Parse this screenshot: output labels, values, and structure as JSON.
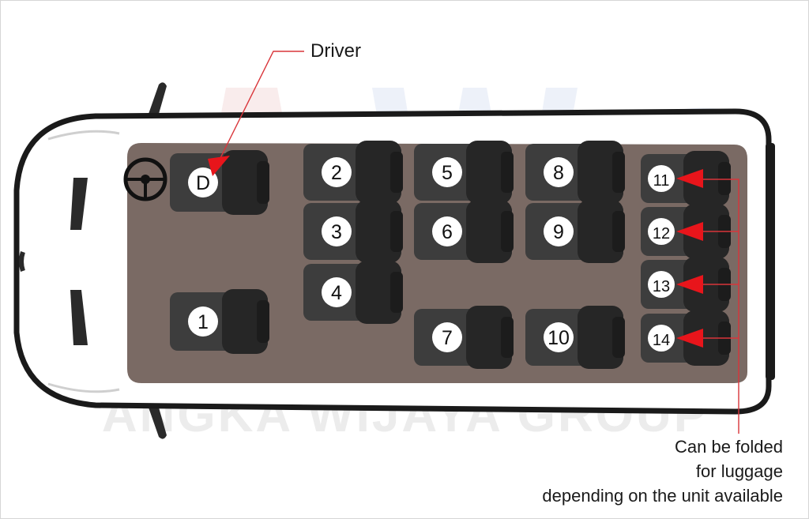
{
  "labels": {
    "driver": "Driver",
    "note_line1": "Can be folded",
    "note_line2": "for luggage",
    "note_line3": "depending on the unit available"
  },
  "watermark": {
    "text": "ANGKA WIJAYA GROUP"
  },
  "seats": [
    {
      "id": "D",
      "type": "driver"
    },
    {
      "id": "1"
    },
    {
      "id": "2"
    },
    {
      "id": "3"
    },
    {
      "id": "4"
    },
    {
      "id": "5"
    },
    {
      "id": "6"
    },
    {
      "id": "7"
    },
    {
      "id": "8"
    },
    {
      "id": "9"
    },
    {
      "id": "10"
    },
    {
      "id": "11",
      "foldable": true
    },
    {
      "id": "12",
      "foldable": true
    },
    {
      "id": "13",
      "foldable": true
    },
    {
      "id": "14",
      "foldable": true
    }
  ],
  "colors": {
    "floor": "#7a6a64",
    "body": "#ffffff",
    "body_outline": "#1a1a1a",
    "seat": "#3d3d3d",
    "seat_dark": "#262626",
    "badge": "#ffffff",
    "arrow": "#e8151b",
    "watermark": "#e6e6e6"
  }
}
